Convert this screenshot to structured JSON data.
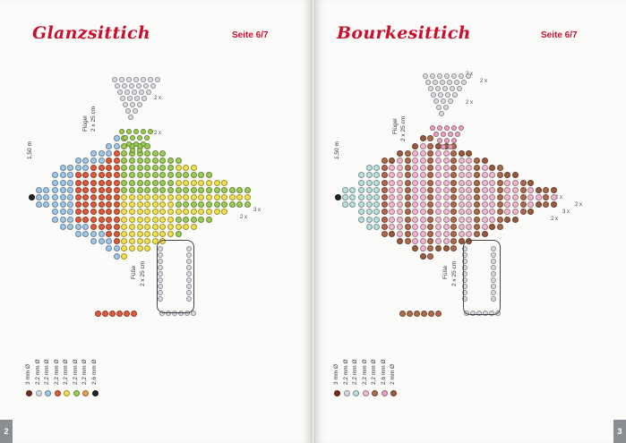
{
  "left_page": {
    "title": "Glanzsittich",
    "page_label": "Seite 6/7",
    "page_number": "2",
    "wing_label": "Flügel",
    "wing_count": "2 x 25 cm",
    "feet_label": "Füße",
    "feet_count": "2 x 25 cm",
    "wire_label": "1,50 m",
    "repeat_marks": [
      "2 x",
      "2 x",
      "3 x",
      "2 x"
    ],
    "legend": [
      {
        "size": "3 mm Ø",
        "color": "#7a2a1d"
      },
      {
        "size": "2,2 mm Ø",
        "color": "#d8dbe2"
      },
      {
        "size": "2,2 mm Ø",
        "color": "#9fc7e8"
      },
      {
        "size": "2,2 mm Ø",
        "color": "#e05a3a"
      },
      {
        "size": "2,2 mm Ø",
        "color": "#f2e04a"
      },
      {
        "size": "2,2 mm Ø",
        "color": "#9ccc55"
      },
      {
        "size": "2,2 mm Ø",
        "color": "#e7a14a"
      },
      {
        "size": "2,6 mm Ø",
        "color": "#222222"
      }
    ]
  },
  "right_page": {
    "title": "Bourkesittich",
    "page_label": "Seite 6/7",
    "page_number": "3",
    "wing_label": "Flügel",
    "wing_count": "2 x 25 cm",
    "feet_label": "Füße",
    "feet_count": "2 x 25 cm",
    "wire_label": "1,50 m",
    "repeat_marks": [
      "2 x",
      "2 x",
      "2 x",
      "2 x",
      "2 x",
      "3 x",
      "2 x"
    ],
    "legend": [
      {
        "size": "3 mm Ø",
        "color": "#7a2a1d"
      },
      {
        "size": "2,2 mm Ø",
        "color": "#d8dbe2"
      },
      {
        "size": "2,2 mm Ø",
        "color": "#b8e0dc"
      },
      {
        "size": "2,2 mm Ø",
        "color": "#f2b8cf"
      },
      {
        "size": "2,2 mm Ø",
        "color": "#b06a4a"
      },
      {
        "size": "2,6 mm Ø",
        "color": "#e8a2c0"
      },
      {
        "size": "2 mm Ø",
        "color": "#9a5a3e"
      }
    ]
  },
  "colors": {
    "title_red": "#c8102e",
    "page_bg": "#fbfbf9",
    "tab_gray": "#8b8e90"
  }
}
